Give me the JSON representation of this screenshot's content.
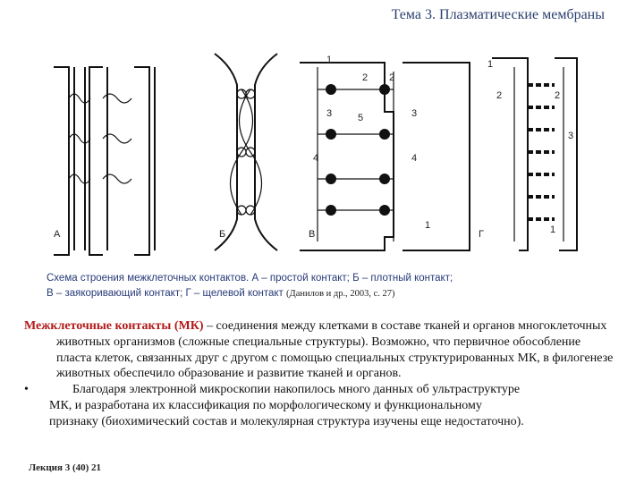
{
  "header": {
    "title": "Тема 3. Плазматические мембраны"
  },
  "figure": {
    "panels": [
      "А",
      "Б",
      "В",
      "Г"
    ],
    "panel_v_labels": [
      "1",
      "2",
      "2",
      "3",
      "5",
      "3",
      "4",
      "4",
      "1"
    ],
    "panel_g_labels": [
      "1",
      "2",
      "2",
      "3",
      "1"
    ],
    "icon": "membrane-contact-diagrams"
  },
  "caption": {
    "line1": "Схема строения межклеточных контактов. А – простой контакт; Б – плотный контакт;",
    "line2": "В – заякоривающий контакт; Г – щелевой контакт",
    "source": "(Данилов и др., 2003, с. 27)"
  },
  "body": {
    "term": "Межклеточные контакты (МК)",
    "para1_rest": " – соединения между клетками в составе тканей и органов многоклеточных животных организмов (сложные специальные структуры). Возможно, что первичное обособление пласта клеток, связанных друг с другом с помощью специальных структурированных МК, в филогенезе животных обеспечило образование и развитие тканей и органов.",
    "bullet": "•",
    "para2_line1": "Благодаря электронной микроскопии накопилось много данных об ультраструктуре",
    "para2_line2": "МК, и разработана их классификация по морфологическому и функциональному",
    "para2_line3": "признаку (биохимический состав и молекулярная структура изучены еще недостаточно)."
  },
  "footer": {
    "text": "Лекция 3 (40) 21"
  }
}
